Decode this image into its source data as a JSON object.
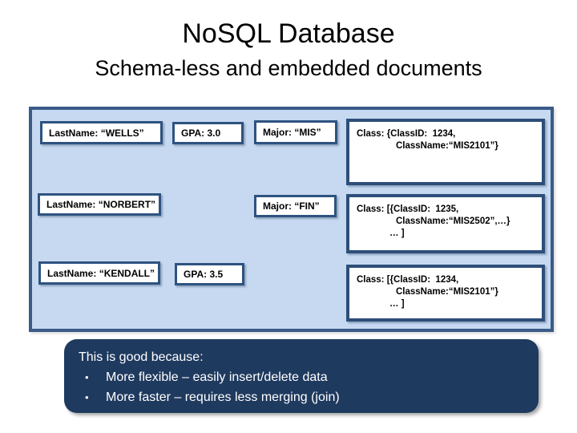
{
  "title": "NoSQL Database",
  "subtitle": "Schema-less and embedded documents",
  "documents_panel": {
    "row1": {
      "last_name": "LastName: “WELLS”",
      "gpa": "GPA: 3.0",
      "major": "Major: “MIS”",
      "class_lines": [
        "Class: {ClassID:  1234,",
        "ClassName:“MIS2101”}"
      ]
    },
    "row2": {
      "last_name": "LastName: “NORBERT”",
      "major": "Major: “FIN”",
      "class_lines": [
        "Class: [{ClassID:  1235,",
        "ClassName:“MIS2502”,…}",
        "… ]"
      ]
    },
    "row3": {
      "last_name": "LastName: “KENDALL”",
      "gpa": "GPA: 3.5",
      "class_lines": [
        "Class: [{ClassID:  1234,",
        "ClassName:“MIS2101”}",
        "… ]"
      ]
    }
  },
  "note": {
    "heading": "This is good because:",
    "bullets": [
      "More flexible – easily insert/delete data",
      "More faster – requires less merging (join)"
    ]
  },
  "colors": {
    "panel_fill": "#C6D9F0",
    "panel_border": "#3B5B89",
    "field_box_border": "#2E5380",
    "note_fill": "#1F3A5F"
  }
}
